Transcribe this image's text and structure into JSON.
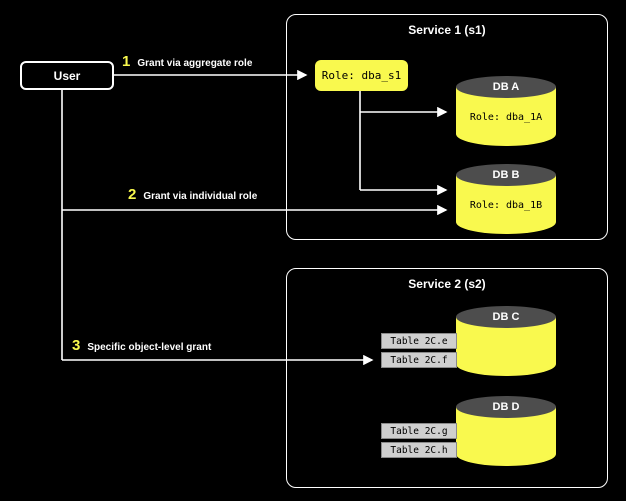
{
  "colors": {
    "yellow": "#F9F94E",
    "cylinder_top": "#4D4D4D",
    "table_bg": "#CFCFCF",
    "table_border": "#8A8A8A",
    "line": "#FFFFFF",
    "background": "#000000",
    "number_accent": "#F9F94E"
  },
  "user": {
    "label": "User"
  },
  "arrows": [
    {
      "number": "1",
      "label": "Grant via aggregate role"
    },
    {
      "number": "2",
      "label": "Grant via individual role"
    },
    {
      "number": "3",
      "label": "Specific object-level grant"
    }
  ],
  "service1": {
    "title": "Service 1 (s1)",
    "role": "Role: dba_s1",
    "databases": [
      {
        "name": "DB A",
        "role": "Role: dba_1A"
      },
      {
        "name": "DB B",
        "role": "Role: dba_1B"
      }
    ]
  },
  "service2": {
    "title": "Service 2 (s2)",
    "databases": [
      {
        "name": "DB C",
        "tables": [
          "Table 2C.e",
          "Table 2C.f"
        ]
      },
      {
        "name": "DB D",
        "tables": [
          "Table 2C.g",
          "Table 2C.h"
        ]
      }
    ]
  }
}
